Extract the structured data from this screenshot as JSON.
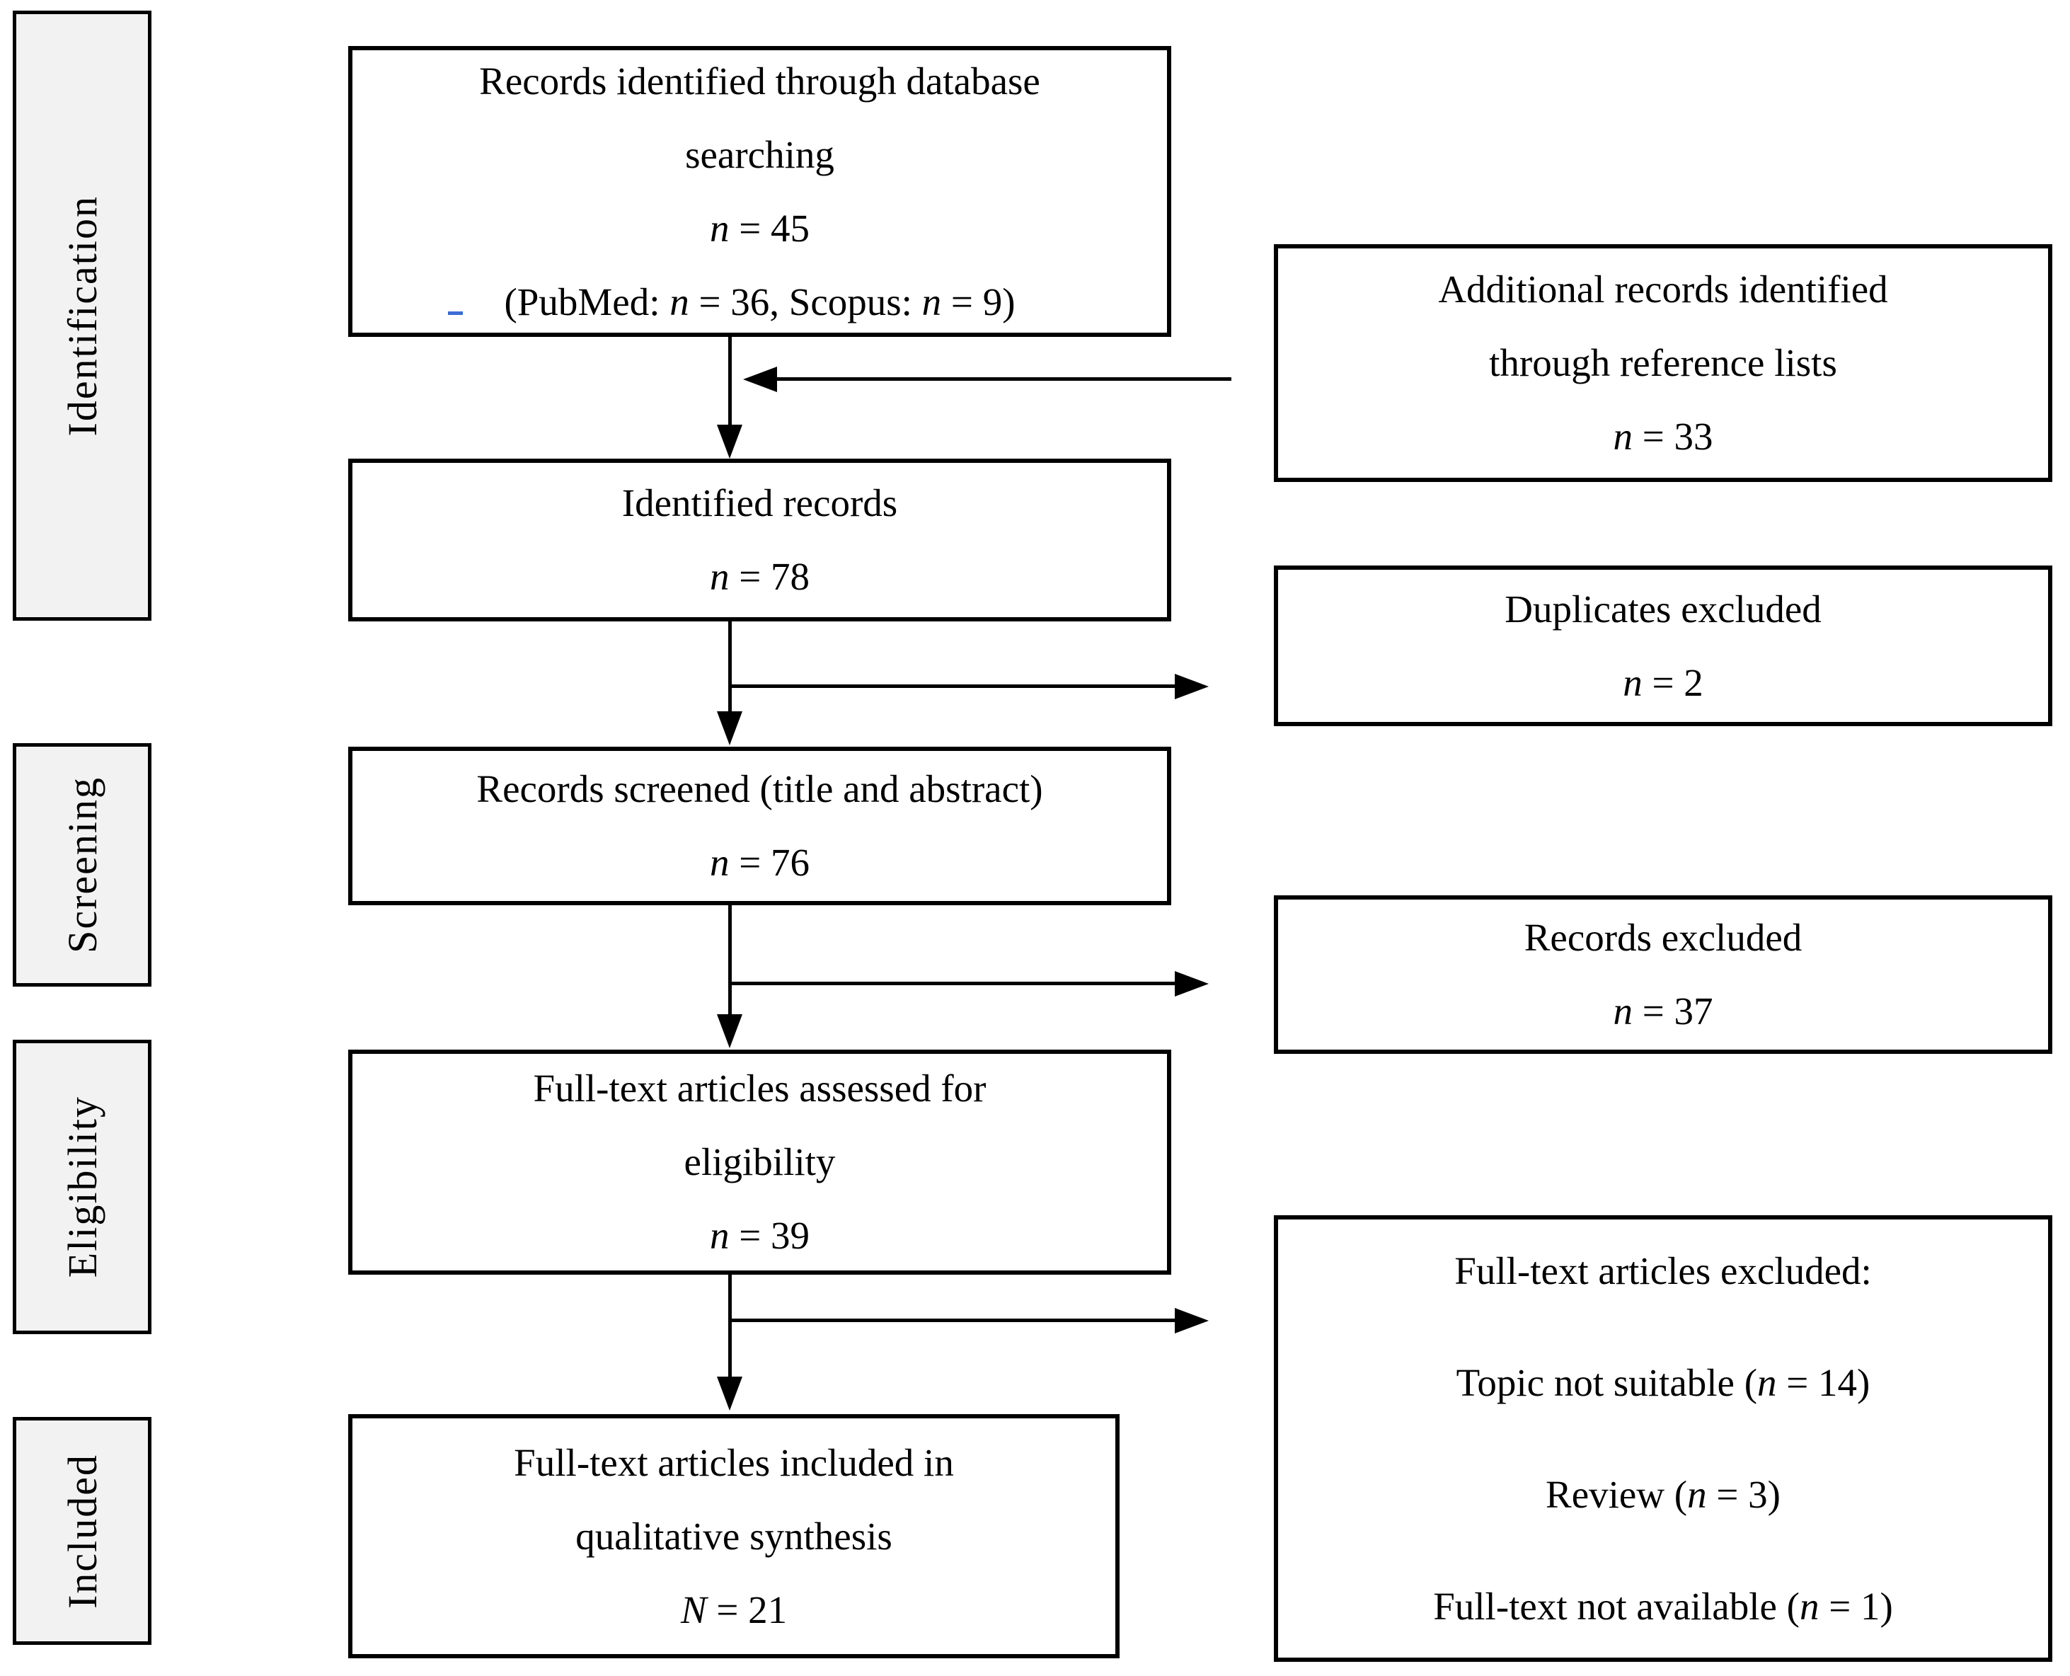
{
  "diagram": {
    "type": "prisma-flow",
    "colors": {
      "background": "#ffffff",
      "border": "#000000",
      "stage_fill": "#f2f2f2",
      "link_underline": "#3b6cd4"
    },
    "stages": [
      {
        "label": "Identification"
      },
      {
        "label": "Screening"
      },
      {
        "label": "Eligibility"
      },
      {
        "label": "Included"
      }
    ],
    "main_boxes": [
      {
        "name": "records-identified-database",
        "lines": [
          "Records identified through database",
          "searching",
          "*n* = 45",
          "(PubMed: *n* = 36, Scopus: *n* = 9)"
        ]
      },
      {
        "name": "identified-records",
        "lines": [
          "Identified records",
          "*n* = 78"
        ]
      },
      {
        "name": "records-screened",
        "lines": [
          "Records screened (title and abstract)",
          "*n* = 76"
        ]
      },
      {
        "name": "fulltext-assessed",
        "lines": [
          "Full-text articles assessed for",
          "eligibility",
          "*n* = 39"
        ]
      },
      {
        "name": "fulltext-included",
        "lines": [
          "Full-text articles included in",
          "qualitative synthesis",
          "*N* = 21"
        ]
      }
    ],
    "side_boxes": [
      {
        "name": "additional-records",
        "lines": [
          "Additional records identified",
          "through reference lists",
          "*n* = 33"
        ]
      },
      {
        "name": "duplicates-excluded",
        "lines": [
          "Duplicates excluded",
          "*n* = 2"
        ]
      },
      {
        "name": "records-excluded",
        "lines": [
          "Records excluded",
          "*n* = 37"
        ]
      },
      {
        "name": "fulltext-excluded",
        "lines": [
          "Full-text articles excluded:",
          "Topic not suitable (*n* = 14)",
          "Review (*n* = 3)",
          "Full-text not available (*n* = 1)"
        ]
      }
    ]
  }
}
